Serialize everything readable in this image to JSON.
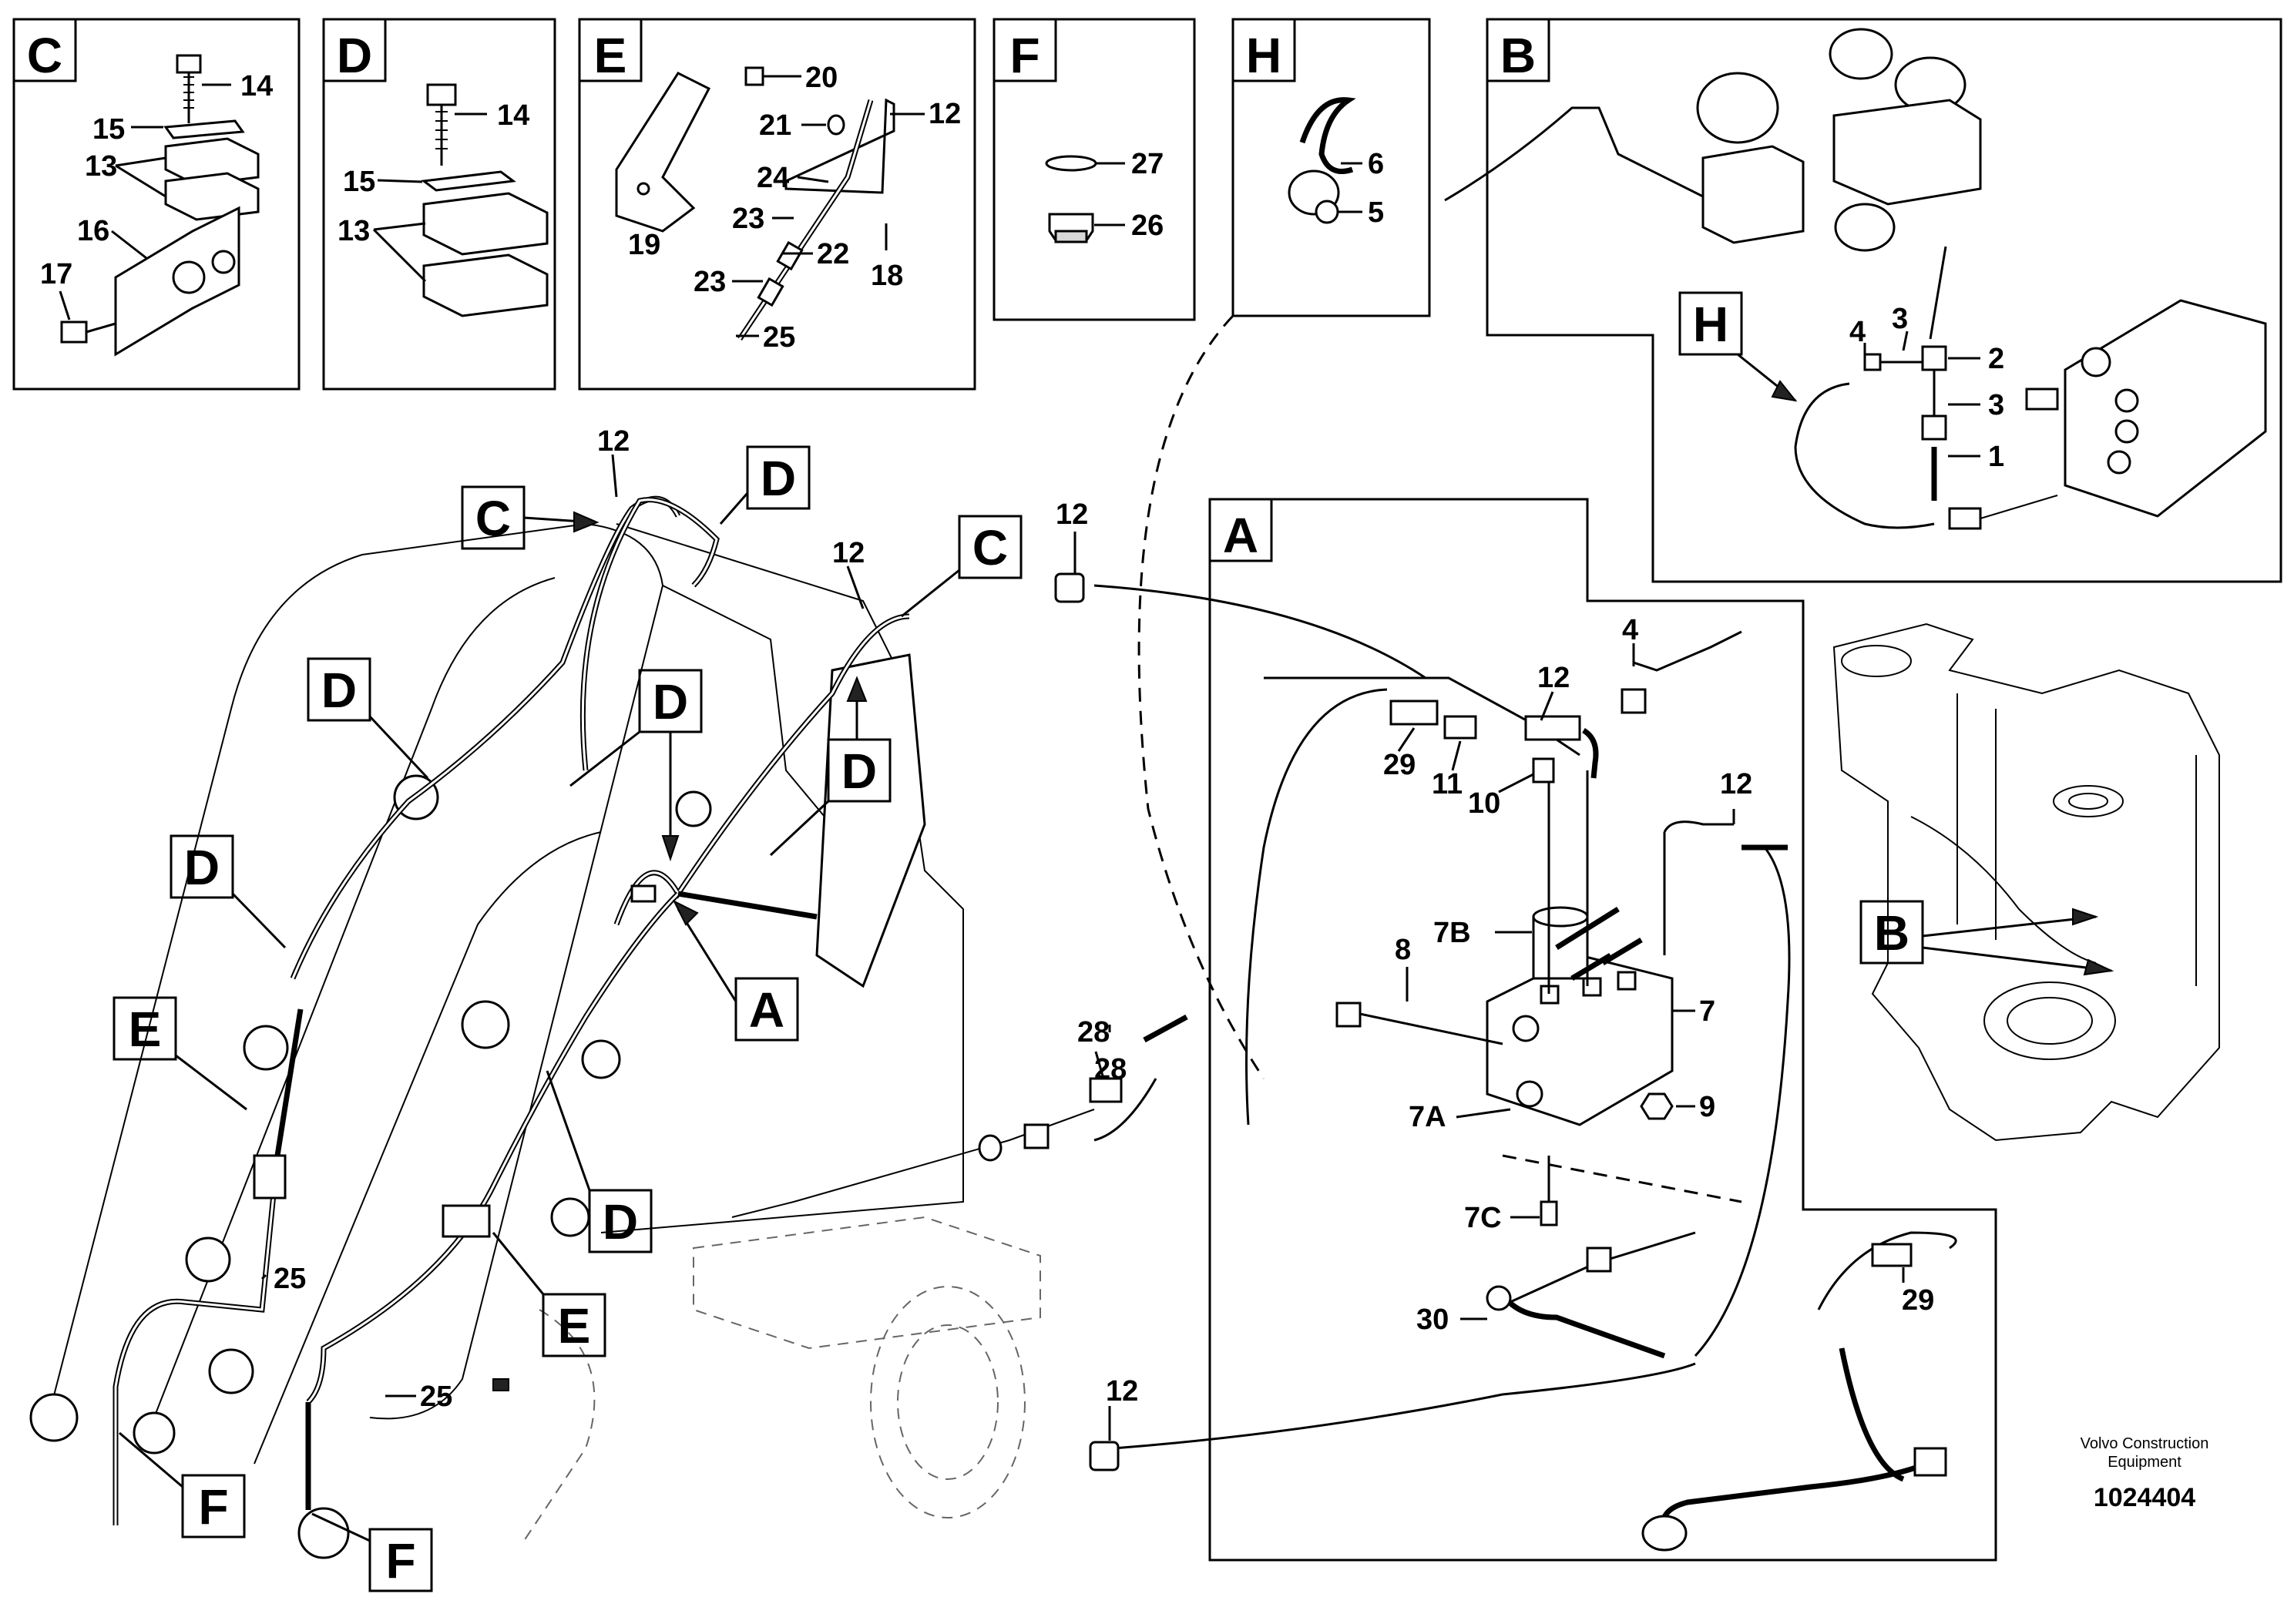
{
  "panels": {
    "c": {
      "letter": "C",
      "parts": [
        "14",
        "15",
        "13",
        "16",
        "17"
      ]
    },
    "d": {
      "letter": "D",
      "parts": [
        "14",
        "15",
        "13"
      ]
    },
    "e": {
      "letter": "E",
      "parts": [
        "20",
        "21",
        "12",
        "24",
        "19",
        "23",
        "22",
        "18",
        "23",
        "25"
      ]
    },
    "f": {
      "letter": "F",
      "parts": [
        "27",
        "26"
      ]
    },
    "h": {
      "letter": "H",
      "parts": [
        "6",
        "5"
      ]
    },
    "b": {
      "letter": "B",
      "parts": [
        "4",
        "3",
        "2",
        "3",
        "1"
      ],
      "callout": "H"
    },
    "a": {
      "letter": "A",
      "parts": [
        "4",
        "12",
        "29",
        "11",
        "10",
        "12",
        "8",
        "7B",
        "7",
        "28",
        "9",
        "7A",
        "7C",
        "30",
        "29",
        "12"
      ]
    }
  },
  "loader": {
    "parts": [
      "12",
      "12",
      "12",
      "25",
      "25"
    ],
    "callouts": [
      "C",
      "D",
      "C",
      "D",
      "D",
      "D",
      "D",
      "A",
      "E",
      "D",
      "E",
      "F",
      "F"
    ]
  },
  "frame_view": {
    "callout": "B"
  },
  "fitting_12_top": "12",
  "footer": {
    "brand_line1": "Volvo Construction",
    "brand_line2": "Equipment",
    "doc_id": "1024404"
  }
}
